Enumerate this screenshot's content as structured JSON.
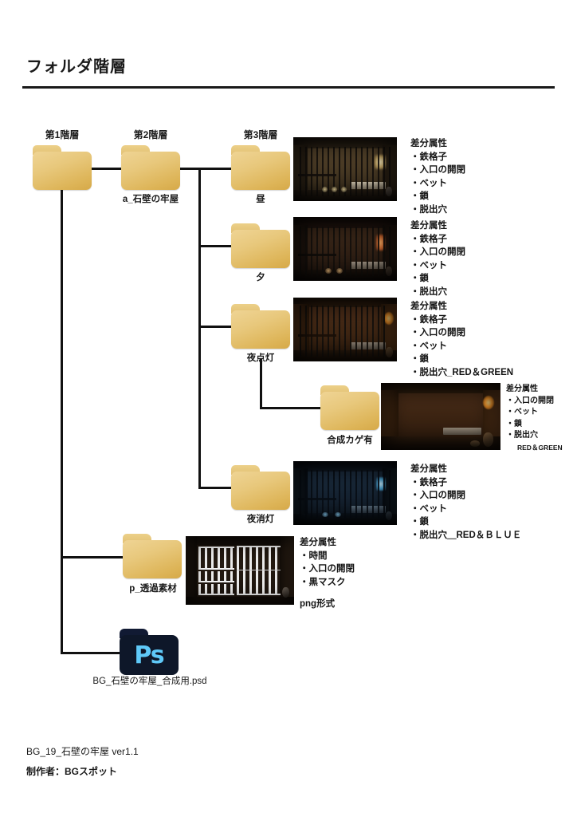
{
  "document": {
    "title": "フォルダ階層"
  },
  "levels": [
    {
      "label": "第1階層"
    },
    {
      "label": "第2階層"
    },
    {
      "label": "第3階層"
    }
  ],
  "folders": {
    "root": {
      "label": ""
    },
    "level2": {
      "label": "a_石壁の牢屋"
    },
    "hiru": {
      "label": "昼"
    },
    "yuu": {
      "label": "夕"
    },
    "yoru_tentou": {
      "label": "夜点灯"
    },
    "gousei_kage": {
      "label": "合成カゲ有"
    },
    "yoru_shoutou": {
      "label": "夜消灯"
    },
    "toukasozai": {
      "label": "p_透過素材"
    }
  },
  "psd_file": {
    "label": "BG_石壁の牢屋_合成用.psd",
    "icon": "photoshop-icon",
    "icon_text": "Ps"
  },
  "annotations": {
    "hiru": {
      "head": "差分属性",
      "items": [
        "・鉄格子",
        "・入口の開閉",
        "・ベット",
        "・鎖",
        "・脱出穴"
      ]
    },
    "yuu": {
      "head": "差分属性",
      "items": [
        "・鉄格子",
        "・入口の開閉",
        "・ベット",
        "・鎖",
        "・脱出穴"
      ]
    },
    "yoru_tentou": {
      "head": "差分属性",
      "items": [
        "・鉄格子",
        "・入口の開閉",
        "・ベット",
        "・鎖",
        "・脱出穴_RED＆GREEN"
      ]
    },
    "gousei_kage": {
      "head": "差分属性",
      "items": [
        "・入口の開閉",
        "・ベット",
        "・鎖",
        "・脱出穴"
      ],
      "sub": "RED＆GREEN"
    },
    "yoru_shoutou": {
      "head": "差分属性",
      "items": [
        "・鉄格子",
        "・入口の開閉",
        "・ベット",
        "・鎖",
        "・脱出穴＿RED＆ＢＬＵＥ"
      ]
    },
    "toukasozai": {
      "head": "差分属性",
      "items": [
        "・時間",
        "・入口の開閉",
        "・黒マスク"
      ],
      "format_note": "png形式"
    }
  },
  "thumbnails": {
    "hiru": {
      "alt": "昼の石壁の牢屋 サムネイル"
    },
    "yuu": {
      "alt": "夕の石壁の牢屋 サムネイル"
    },
    "yoru_tentou": {
      "alt": "夜点灯の石壁の牢屋 サムネイル"
    },
    "gousei_kage": {
      "alt": "合成カゲ有の石壁の牢屋 サムネイル"
    },
    "yoru_shoutou": {
      "alt": "夜消灯の石壁の牢屋 サムネイル"
    },
    "toukasozai": {
      "alt": "p_透過素材 鉄格子 サムネイル"
    }
  },
  "footer": {
    "line1": "BG_19_石壁の牢屋 ver1.1",
    "line2": "制作者：BGスポット"
  },
  "colors": {
    "folder_light": "#efd494",
    "folder_dark": "#d6a949",
    "line": "#111111",
    "text": "#141414",
    "psd_bg": "#0e1729",
    "psd_accent": "#5fc9f8"
  }
}
